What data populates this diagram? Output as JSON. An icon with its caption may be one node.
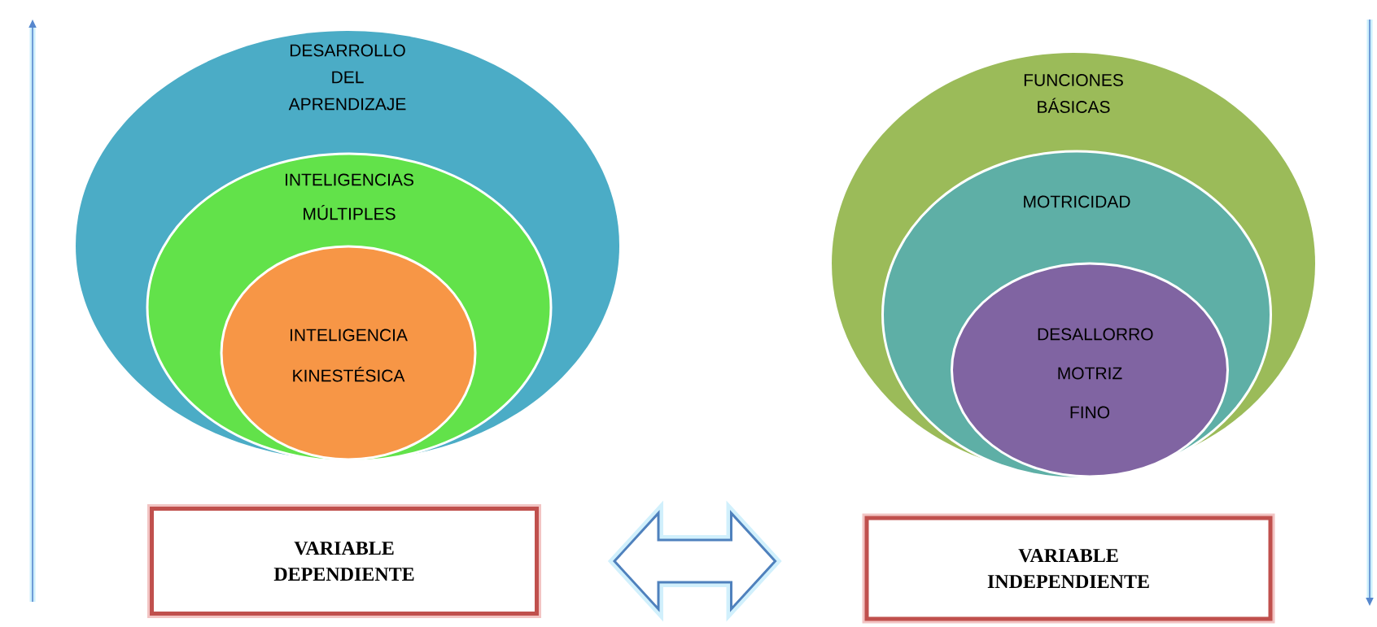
{
  "diagram": {
    "nodes": [
      {
        "text": [
          "DESARROLLO DEL APRENDIZAJE"
        ]
      },
      {
        "text": [
          "INTELIGENCIAS MÚLTIPLES"
        ],
        "in": 0
      },
      {
        "text": [
          "INTELIGENCIA KINESTÉSICA"
        ],
        "in": 1
      },
      {
        "text": [
          "FUNCIONES BÁSICAS"
        ]
      },
      {
        "text": [
          "MOTRICIDAD"
        ],
        "in": 3
      },
      {
        "text": [
          "DESALLORRO MOTRIZ FINO"
        ],
        "in": 4
      },
      {
        "text": [
          "VARIABLE DEPENDIENTE"
        ]
      },
      {
        "text": [
          "VARIABLE INDEPENDIENTE"
        ]
      }
    ],
    "edges": [
      {
        "from": 6,
        "to": 7,
        "arrow": "both"
      }
    ]
  }
}
